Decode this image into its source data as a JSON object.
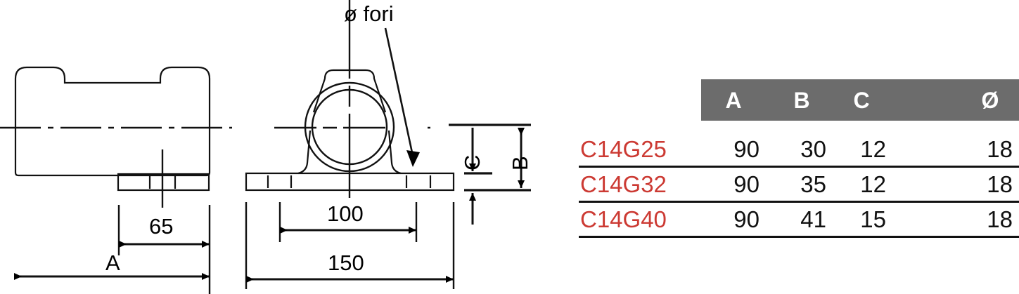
{
  "drawing": {
    "callout_label": "ø fori",
    "dimensions": {
      "sixtyfive": "65",
      "a": "A",
      "hundred": "100",
      "onefifty": "150",
      "b": "B",
      "c": "C"
    }
  },
  "table": {
    "headers": [
      "",
      "A",
      "B",
      "C",
      "Ø"
    ],
    "header_bg": "#6c6c6c",
    "header_text_color": "#ffffff",
    "model_color": "#cc3a33",
    "rows": [
      {
        "model": "C14G25",
        "a": "90",
        "b": "30",
        "c": "12",
        "d": "18"
      },
      {
        "model": "C14G32",
        "a": "90",
        "b": "35",
        "c": "12",
        "d": "18"
      },
      {
        "model": "C14G40",
        "a": "90",
        "b": "41",
        "c": "15",
        "d": "18"
      }
    ]
  }
}
